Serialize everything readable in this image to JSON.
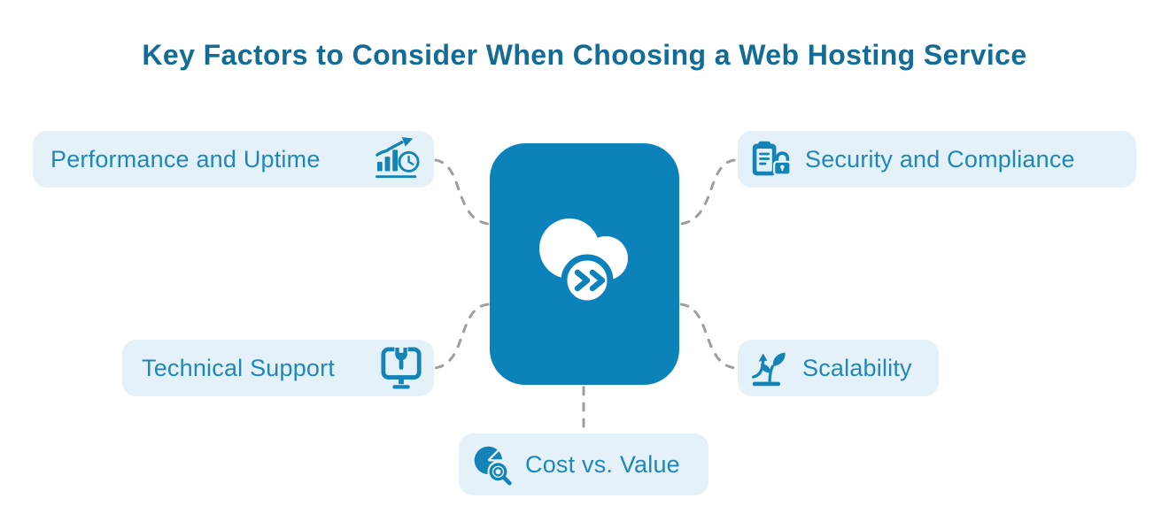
{
  "title": "Key Factors to Consider When Choosing a Web Hosting Service",
  "factors": [
    {
      "label": "Performance and Uptime",
      "icon": "performance-uptime-icon",
      "position": "top-left"
    },
    {
      "label": "Security and Compliance",
      "icon": "clipboard-lock-icon",
      "position": "top-right"
    },
    {
      "label": "Technical Support",
      "icon": "monitor-wrench-icon",
      "position": "bottom-left"
    },
    {
      "label": "Scalability",
      "icon": "plant-growth-arrow-icon",
      "position": "bottom-right"
    },
    {
      "label": "Cost vs. Value",
      "icon": "pie-chart-magnifier-icon",
      "position": "bottom-center"
    }
  ],
  "center": {
    "icon": "cloud-fast-forward-icon"
  },
  "colors": {
    "title": "#136b96",
    "label": "#1e88ba",
    "card_bg": "#e4f1f9",
    "center_bg": "#0b83ba",
    "icon": "#1483b5",
    "connector": "#9e9e9e",
    "bg": "#ffffff"
  }
}
